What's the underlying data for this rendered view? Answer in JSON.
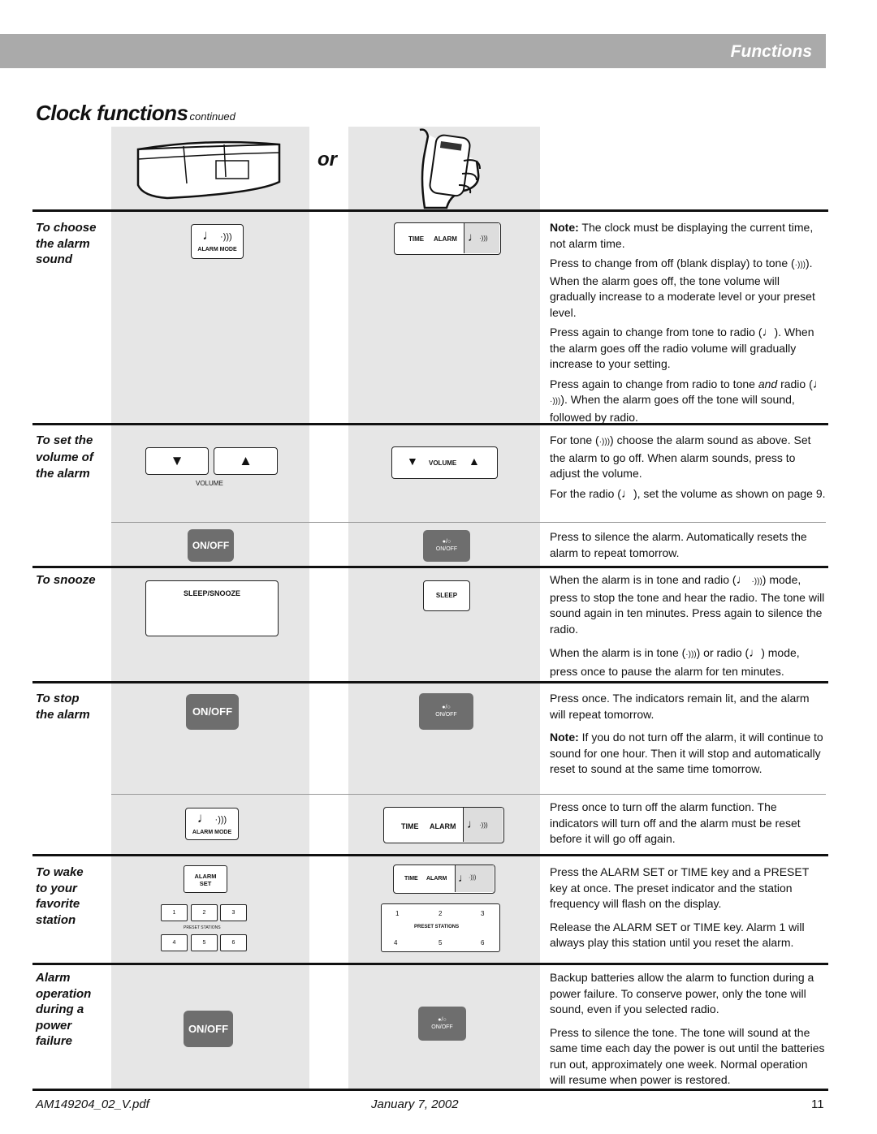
{
  "header": {
    "section": "Functions"
  },
  "title": {
    "main": "Clock functions",
    "sub": "continued"
  },
  "or_label": "or",
  "icons": {
    "note": "♩",
    "tone": "·)))",
    "triangle_down": "▼",
    "triangle_up": "▲"
  },
  "buttons": {
    "alarm_mode": "ALARM MODE",
    "time": "TIME",
    "alarm": "ALARM",
    "volume": "VOLUME",
    "on_off": "ON/OFF",
    "on_off_symbol": "●/○",
    "sleep_snooze": "SLEEP/SNOOZE",
    "sleep": "SLEEP",
    "alarm_set": "ALARM\nSET",
    "preset_stations": "PRESET STATIONS",
    "keys_top": [
      "1",
      "2",
      "3"
    ],
    "keys_bottom": [
      "4",
      "5",
      "6"
    ]
  },
  "sections": {
    "choose": {
      "label": "To choose\nthe alarm\nsound",
      "p1_bold": "Note:",
      "p1": " The clock must be displaying the current time, not alarm time.",
      "p2a": "Press to change from off (blank display) to tone (",
      "p2b": "). When the alarm goes off, the tone volume will gradually increase to a moderate level or your preset level.",
      "p3a": "Press again to change from tone to radio (",
      "p3b": "). When the alarm goes off the radio volume will gradually increase to your setting.",
      "p4a": "Press again to change from radio to tone ",
      "p4i": "and",
      "p4b": " radio (",
      "p4c": "). When the alarm goes off the tone will sound, followed by radio."
    },
    "volume": {
      "label": "To set the\nvolume of\nthe alarm",
      "p1a": "For tone (",
      "p1b": ") choose the alarm sound as above. Set the alarm to go off. When alarm sounds, press to adjust the volume.",
      "p2a": "For the radio (",
      "p2b": "), set the volume as shown on page 9.",
      "p3": "Press to silence the alarm. Automatically resets the alarm to repeat tomorrow."
    },
    "snooze": {
      "label": "To snooze",
      "p1a": "When the alarm is in tone and radio (",
      "p1b": ") mode, press to stop the tone and hear the radio. The tone will sound again in ten  minutes. Press again to silence the radio.",
      "p2a": "When the alarm is in tone (",
      "p2b": ") or radio (",
      "p2c": ") mode, press once to pause the alarm for ten minutes."
    },
    "stop": {
      "label": "To stop\nthe alarm",
      "p1": "Press once. The indicators remain lit, and the alarm will repeat tomorrow.",
      "p2_bold": "Note:",
      "p2": " If you do not turn off the alarm, it will continue to sound for one hour. Then it will stop and automatically reset to sound at the same time tomorrow.",
      "p3": "Press once to turn off the alarm function. The indicators will turn off and the alarm must be reset before it will go off again."
    },
    "wake": {
      "label": "To wake\nto your\nfavorite\nstation",
      "p1": "Press the ALARM SET or TIME key and a PRESET key at once. The preset indicator and the station frequency will flash on the display.",
      "p2": "Release the ALARM SET or TIME key. Alarm 1 will always play this station until you reset the alarm."
    },
    "power": {
      "label": "Alarm\noperation\nduring a\npower\nfailure",
      "p1": "Backup batteries allow the alarm to function during a power failure. To conserve power, only the tone will sound, even if you selected radio.",
      "p2": "Press to silence the tone. The tone will sound at the same time each day the power is out until the batteries run out, approximately one week. Normal operation will resume when power is restored."
    }
  },
  "footer": {
    "file": "AM149204_02_V.pdf",
    "date": "January 7, 2002",
    "page": "11"
  }
}
